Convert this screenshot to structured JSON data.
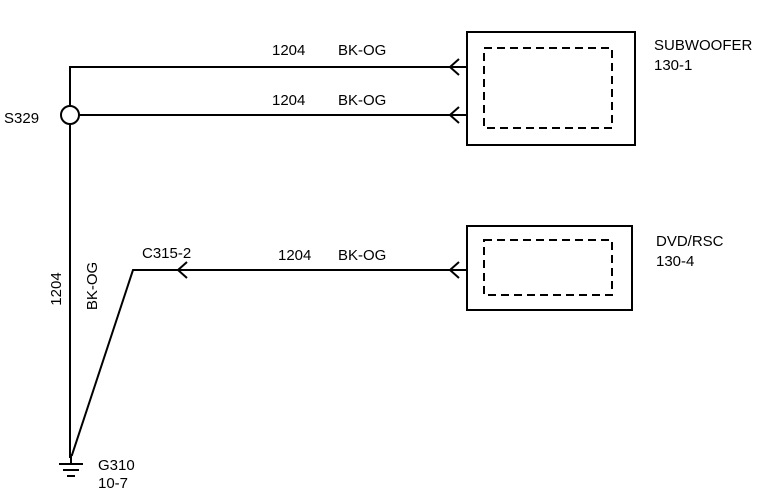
{
  "colors": {
    "line": "#000000",
    "background": "#ffffff"
  },
  "diagram": {
    "splice": {
      "label": "S329"
    },
    "wires": [
      {
        "circuit": "1204",
        "color": "BK-OG"
      },
      {
        "circuit": "1204",
        "color": "BK-OG"
      },
      {
        "circuit": "1204",
        "color": "BK-OG"
      }
    ],
    "vertical_wire": {
      "circuit": "1204",
      "color": "BK-OG"
    },
    "connector": {
      "label": "C315-2"
    },
    "components": [
      {
        "name": "SUBWOOFER",
        "ref": "130-1"
      },
      {
        "name": "DVD/RSC",
        "ref": "130-4"
      }
    ],
    "ground": {
      "label": "G310",
      "ref": "10-7"
    }
  }
}
